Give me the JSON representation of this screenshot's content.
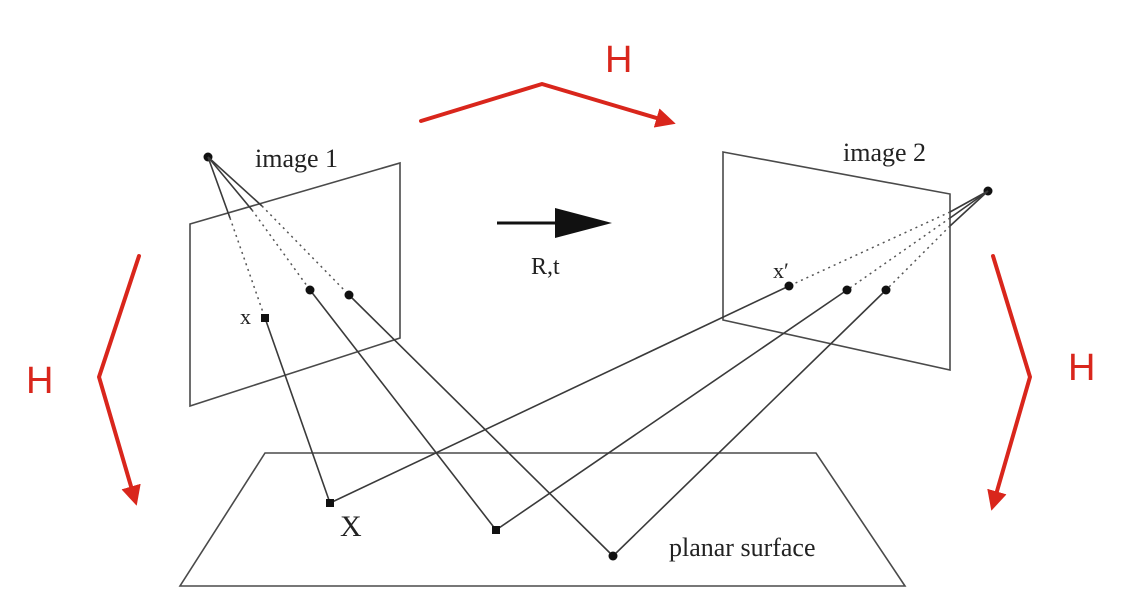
{
  "colors": {
    "accent": "#d9261c",
    "ink": "#222222"
  },
  "labels": {
    "image1": "image 1",
    "image2": "image 2",
    "motion": "R,t",
    "point_x": "x",
    "point_x_prime": "x′",
    "point_X": "X",
    "surface": "planar surface",
    "h_top": "H",
    "h_left": "H",
    "h_right": "H"
  }
}
